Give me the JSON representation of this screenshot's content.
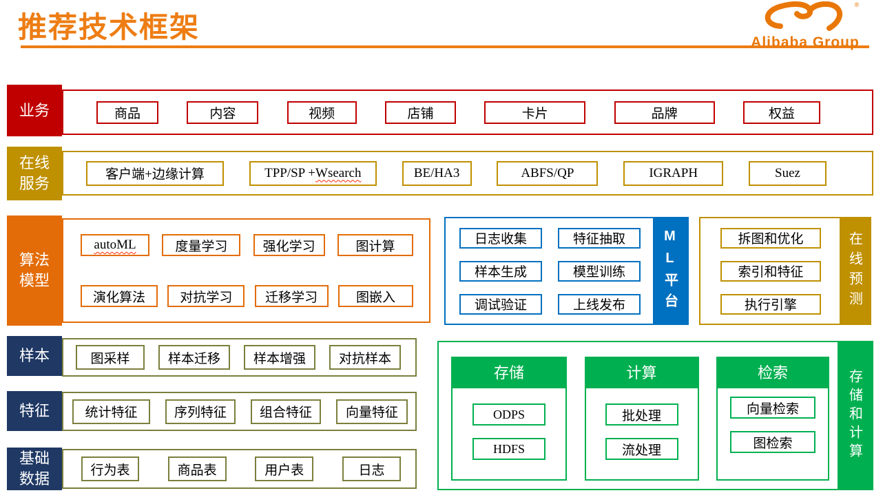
{
  "header": {
    "title": "推荐技术框架",
    "brand": "Alibaba Group",
    "registered_mark": "®"
  },
  "colors": {
    "title_orange": "#ED7D14",
    "red": "#C00000",
    "gold": "#BF9000",
    "orange": "#E36C09",
    "navy": "#1F3864",
    "blue": "#0070C0",
    "green": "#00B050",
    "olive_border": "#7B7F3C"
  },
  "rows": {
    "business": {
      "label": "业务",
      "boxes": [
        "商品",
        "内容",
        "视频",
        "店铺",
        "卡片",
        "品牌",
        "权益"
      ]
    },
    "online_service": {
      "label": "在线\n服务",
      "box_client": "客户端+边缘计算",
      "box_tpp_prefix": "TPP/SP + ",
      "box_tpp_misspelled": "Wsearch",
      "box_beha3": "BE/HA3",
      "box_abfs": "ABFS/QP",
      "box_igraph": "IGRAPH",
      "box_suez": "Suez"
    },
    "algorithm_model": {
      "label": "算法\n模型",
      "row1": [
        "autoML",
        "度量学习",
        "强化学习",
        "图计算"
      ],
      "row2": [
        "演化算法",
        "对抗学习",
        "迁移学习",
        "图嵌入"
      ]
    },
    "ml_platform": {
      "bar": "ML平台",
      "boxes": [
        "日志收集",
        "特征抽取",
        "样本生成",
        "模型训练",
        "调试验证",
        "上线发布"
      ]
    },
    "online_prediction": {
      "bar": "在线预测",
      "boxes": [
        "拆图和优化",
        "索引和特征",
        "执行引擎"
      ]
    },
    "sample": {
      "label": "样本",
      "boxes": [
        "图采样",
        "样本迁移",
        "样本增强",
        "对抗样本"
      ]
    },
    "feature": {
      "label": "特征",
      "boxes": [
        "统计特征",
        "序列特征",
        "组合特征",
        "向量特征"
      ]
    },
    "base_data": {
      "label": "基础\n数据",
      "boxes": [
        "行为表",
        "商品表",
        "用户表",
        "日志"
      ]
    },
    "storage_compute": {
      "bar": "存储和计算",
      "columns": [
        {
          "header": "存储",
          "boxes": [
            "ODPS",
            "HDFS"
          ]
        },
        {
          "header": "计算",
          "boxes": [
            "批处理",
            "流处理"
          ]
        },
        {
          "header": "检索",
          "boxes": [
            "向量检索",
            "图检索"
          ]
        }
      ]
    }
  }
}
